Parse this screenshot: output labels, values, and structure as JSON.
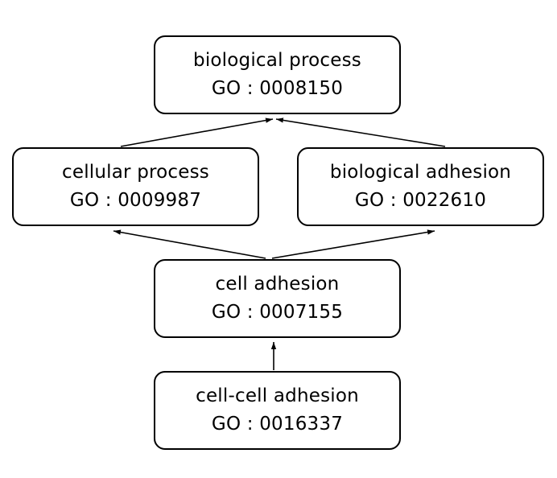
{
  "nodes": [
    {
      "id": "biological-process",
      "name": "biological process",
      "go_id": "GO : 0008150"
    },
    {
      "id": "cellular-process",
      "name": "cellular process",
      "go_id": "GO : 0009987"
    },
    {
      "id": "biological-adhesion",
      "name": "biological adhesion",
      "go_id": "GO : 0022610"
    },
    {
      "id": "cell-adhesion",
      "name": "cell adhesion",
      "go_id": "GO : 0007155"
    },
    {
      "id": "cell-cell-adhesion",
      "name": "cell-cell adhesion",
      "go_id": "GO : 0016337"
    }
  ],
  "edges": [
    {
      "from": "cellular-process",
      "to": "biological-process"
    },
    {
      "from": "biological-adhesion",
      "to": "biological-process"
    },
    {
      "from": "cell-adhesion",
      "to": "cellular-process"
    },
    {
      "from": "cell-adhesion",
      "to": "biological-adhesion"
    },
    {
      "from": "cell-cell-adhesion",
      "to": "cell-adhesion"
    }
  ],
  "colors": {
    "border": "#000000",
    "text": "#000000",
    "background": "#ffffff"
  }
}
